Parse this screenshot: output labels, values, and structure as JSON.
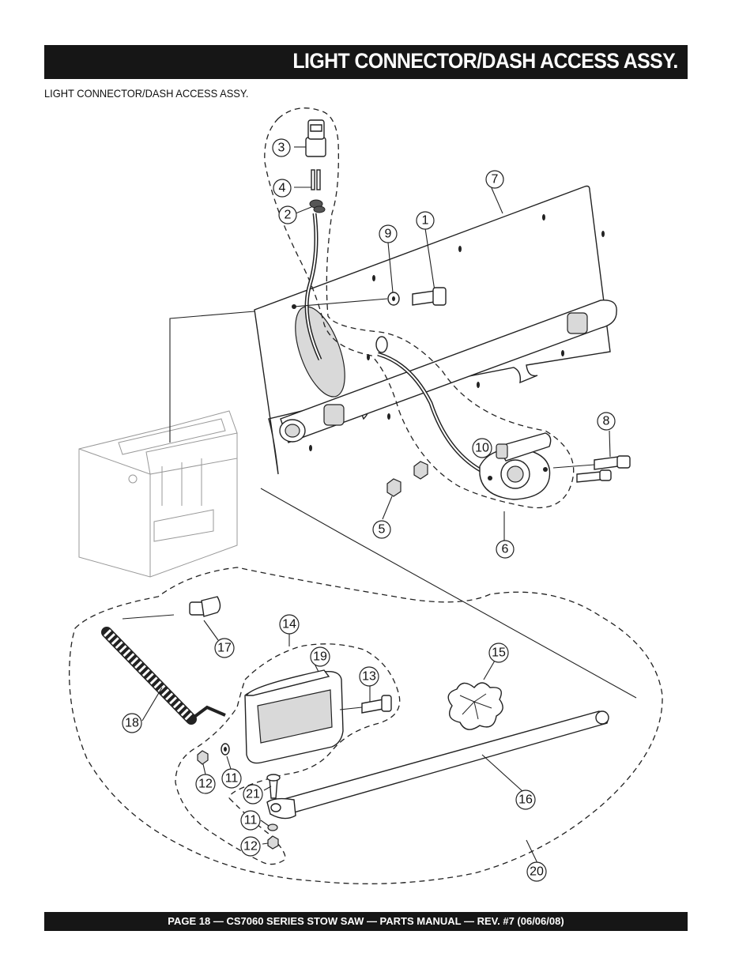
{
  "header": {
    "title": "LIGHT CONNECTOR/DASH ACCESS ASSY."
  },
  "subtitle": "LIGHT CONNECTOR/DASH ACCESS ASSY.",
  "callouts": {
    "c1": "1",
    "c2": "2",
    "c3": "3",
    "c4": "4",
    "c5": "5",
    "c6": "6",
    "c7": "7",
    "c8": "8",
    "c9": "9",
    "c10": "10",
    "c11a": "11",
    "c11b": "11",
    "c12a": "12",
    "c12b": "12",
    "c13": "13",
    "c14": "14",
    "c15": "15",
    "c16": "16",
    "c17": "17",
    "c18": "18",
    "c19": "19",
    "c20": "20",
    "c21": "21"
  },
  "footer": {
    "text": "PAGE 18 — CS7060 SERIES STOW SAW — PARTS MANUAL — REV. #7 (06/06/08)"
  }
}
